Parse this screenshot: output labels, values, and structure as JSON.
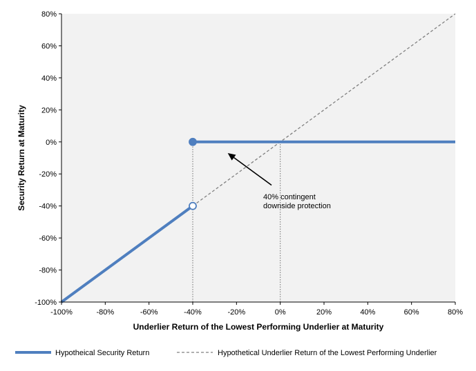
{
  "chart_data": {
    "type": "line",
    "xlabel": "Underlier Return of the Lowest Performing Underlier at Maturity",
    "ylabel": "Security Return at Maturity",
    "xlim": [
      -100,
      80
    ],
    "ylim": [
      -100,
      80
    ],
    "x_ticks": [
      "-100%",
      "-80%",
      "-60%",
      "-40%",
      "-20%",
      "0%",
      "20%",
      "40%",
      "60%",
      "80%"
    ],
    "y_ticks": [
      "80%",
      "60%",
      "40%",
      "20%",
      "0%",
      "-20%",
      "-40%",
      "-60%",
      "-80%",
      "-100%"
    ],
    "grid": false,
    "legend_position": "bottom",
    "colors": {
      "security": "#4f7fbf",
      "underlier": "#7f7f7f",
      "plot_bg": "#f2f2f2",
      "arrow": "#000000"
    },
    "series": [
      {
        "name": "Hypotheical Security Return",
        "style": "solid",
        "segments": [
          [
            [
              -100,
              -100
            ],
            [
              -40,
              -40
            ]
          ],
          [
            [
              -40,
              0
            ],
            [
              80,
              0
            ]
          ]
        ],
        "markers": [
          {
            "x": -40,
            "y": 0,
            "filled": true
          },
          {
            "x": -40,
            "y": -40,
            "filled": false
          }
        ]
      },
      {
        "name": "Hypothetical Underlier Return of the Lowest Performing Underlier",
        "style": "dashed",
        "points": [
          [
            -40,
            -40
          ],
          [
            80,
            80
          ]
        ]
      }
    ],
    "reference_lines": [
      {
        "x": -40,
        "y_from": -100,
        "y_to": 0
      },
      {
        "x": 0,
        "y_from": -100,
        "y_to": 0
      }
    ],
    "annotation": {
      "lines": [
        "40% contingent",
        "downside protection"
      ],
      "arrow_from": [
        -4,
        -27
      ],
      "arrow_to": [
        -24,
        -7
      ]
    }
  }
}
